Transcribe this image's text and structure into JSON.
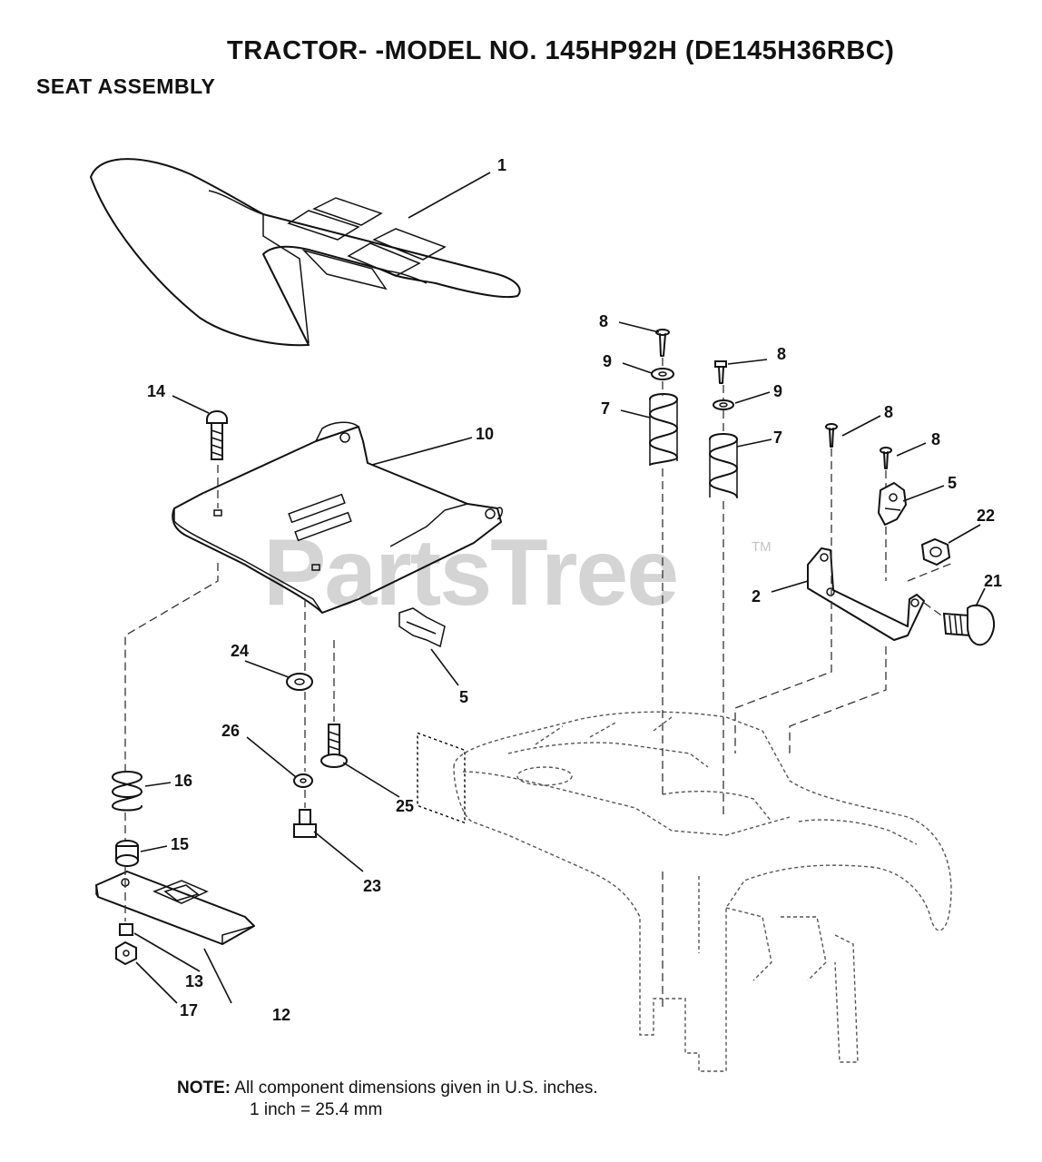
{
  "header": {
    "title": "TRACTOR- -MODEL NO. 145HP92H (DE145H36RBC)",
    "section": "SEAT ASSEMBLY"
  },
  "watermark": {
    "brand": "PartsTree",
    "trademark": "TM"
  },
  "note": {
    "label": "NOTE:",
    "line1": "All component dimensions given in U.S. inches.",
    "line2": "1 inch = 25.4 mm"
  },
  "callouts": {
    "c1": "1",
    "c2": "2",
    "c5a": "5",
    "c5b": "5",
    "c7a": "7",
    "c7b": "7",
    "c8a": "8",
    "c8b": "8",
    "c8c": "8",
    "c8d": "8",
    "c9a": "9",
    "c9b": "9",
    "c10": "10",
    "c12": "12",
    "c13": "13",
    "c14": "14",
    "c15": "15",
    "c16": "16",
    "c17": "17",
    "c21": "21",
    "c22": "22",
    "c23": "23",
    "c24": "24",
    "c25": "25",
    "c26": "26"
  }
}
